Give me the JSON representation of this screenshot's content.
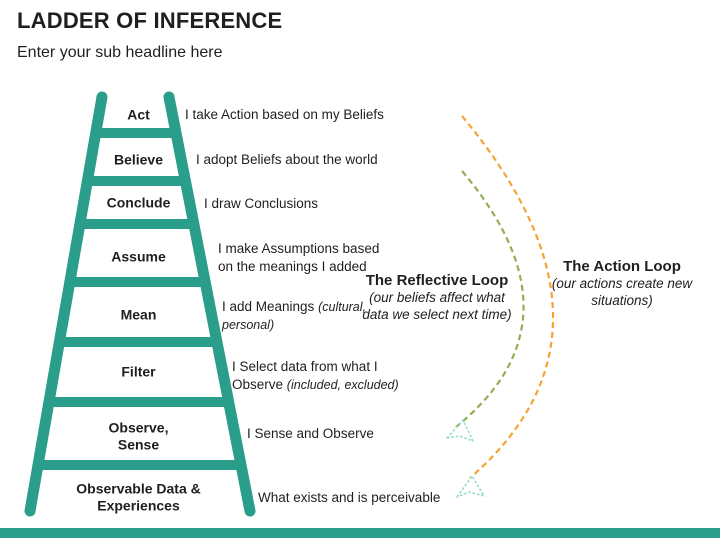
{
  "slide": {
    "title": "LADDER OF INFERENCE",
    "subtitle": "Enter your sub headline here"
  },
  "ladder": {
    "rows": [
      {
        "label": "Act",
        "desc": "I take Action based on my Beliefs",
        "desc_italic": ""
      },
      {
        "label": "Believe",
        "desc": "I adopt Beliefs about the world",
        "desc_italic": ""
      },
      {
        "label": "Conclude",
        "desc": "I draw Conclusions",
        "desc_italic": ""
      },
      {
        "label": "Assume",
        "desc": "I make Assumptions based on the meanings I added",
        "desc_italic": ""
      },
      {
        "label": "Mean",
        "desc": "I add Meanings",
        "desc_italic": "(cultural, personal)"
      },
      {
        "label": "Filter",
        "desc": "I Select data from what I Observe",
        "desc_italic": "(included, excluded)"
      },
      {
        "label": "Observe,\nSense",
        "desc": "I Sense and Observe",
        "desc_italic": ""
      },
      {
        "label": "Observable Data &\nExperiences",
        "desc": "What exists and is perceivable",
        "desc_italic": ""
      }
    ]
  },
  "loops": {
    "reflective": {
      "title": "The Reflective Loop",
      "note": "(our beliefs affect what data we select next time)"
    },
    "action": {
      "title": "The Action Loop",
      "note": "(our actions create new situations)"
    }
  },
  "colors": {
    "ladder_teal": "#2a9e8b",
    "loop_green": "#8fb052",
    "loop_orange": "#f5a433",
    "arrowhead_teal": "#93dcc6",
    "text_dark": "#1f1f1f"
  }
}
